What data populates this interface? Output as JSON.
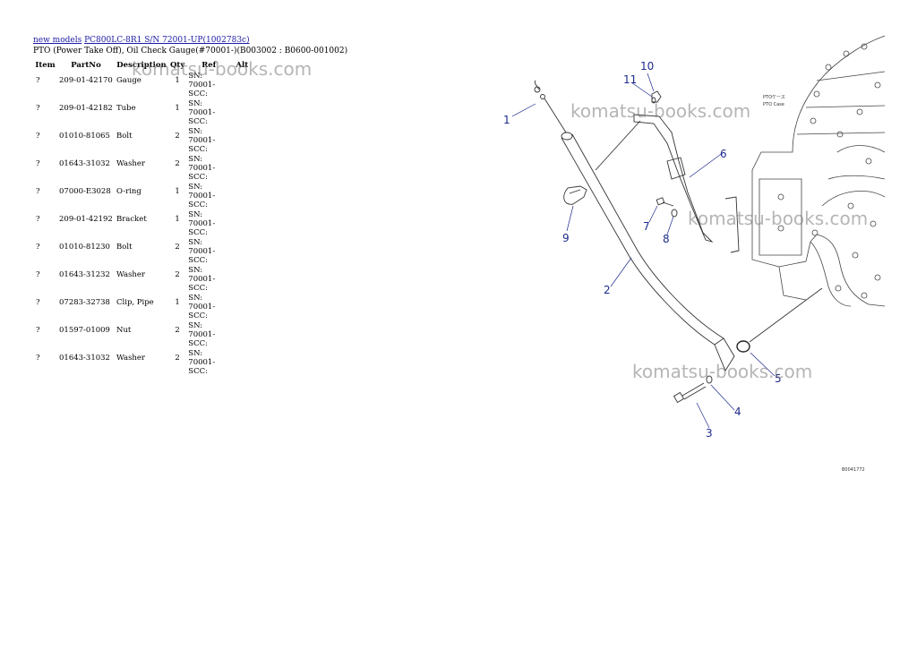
{
  "breadcrumb": {
    "link1": "new models",
    "link2": "PC800LC-8R1 S/N 72001-UP(1002783c)"
  },
  "title": "PTO (Power Take Off), Oil Check Gauge(#70001-)(B003002 : B0600-001002)",
  "table": {
    "headers": {
      "item": "Item",
      "partno": "PartNo",
      "description": "Description",
      "qty": "Qty",
      "ref": "Ref",
      "alt": "Alt"
    },
    "rows": [
      {
        "item": "?",
        "partno": "209-01-42170",
        "description": "Gauge",
        "qty": "1",
        "ref": "SN: 70001-SCC:"
      },
      {
        "item": "?",
        "partno": "209-01-42182",
        "description": "Tube",
        "qty": "1",
        "ref": "SN: 70001-SCC:"
      },
      {
        "item": "?",
        "partno": "01010-81065",
        "description": "Bolt",
        "qty": "2",
        "ref": "SN: 70001-SCC:"
      },
      {
        "item": "?",
        "partno": "01643-31032",
        "description": "Washer",
        "qty": "2",
        "ref": "SN: 70001-SCC:"
      },
      {
        "item": "?",
        "partno": "07000-E3028",
        "description": "O-ring",
        "qty": "1",
        "ref": "SN: 70001-SCC:"
      },
      {
        "item": "?",
        "partno": "209-01-42192",
        "description": "Bracket",
        "qty": "1",
        "ref": "SN: 70001-SCC:"
      },
      {
        "item": "?",
        "partno": "01010-81230",
        "description": "Bolt",
        "qty": "2",
        "ref": "SN: 70001-SCC:"
      },
      {
        "item": "?",
        "partno": "01643-31232",
        "description": "Washer",
        "qty": "2",
        "ref": "SN: 70001-SCC:"
      },
      {
        "item": "?",
        "partno": "07283-32738",
        "description": "Clip, Pipe",
        "qty": "1",
        "ref": "SN: 70001-SCC:"
      },
      {
        "item": "?",
        "partno": "01597-01009",
        "description": "Nut",
        "qty": "2",
        "ref": "SN: 70001-SCC:"
      },
      {
        "item": "?",
        "partno": "01643-31032",
        "description": "Washer",
        "qty": "2",
        "ref": "SN: 70001-SCC:"
      }
    ]
  },
  "watermark": "komatsu-books.com",
  "diagram": {
    "callouts": [
      "1",
      "2",
      "3",
      "4",
      "5",
      "6",
      "7",
      "8",
      "9",
      "10",
      "11"
    ],
    "case_label_jp": "PTOケース",
    "case_label_en": "PTO Case",
    "drawing_code": "B0041772"
  }
}
